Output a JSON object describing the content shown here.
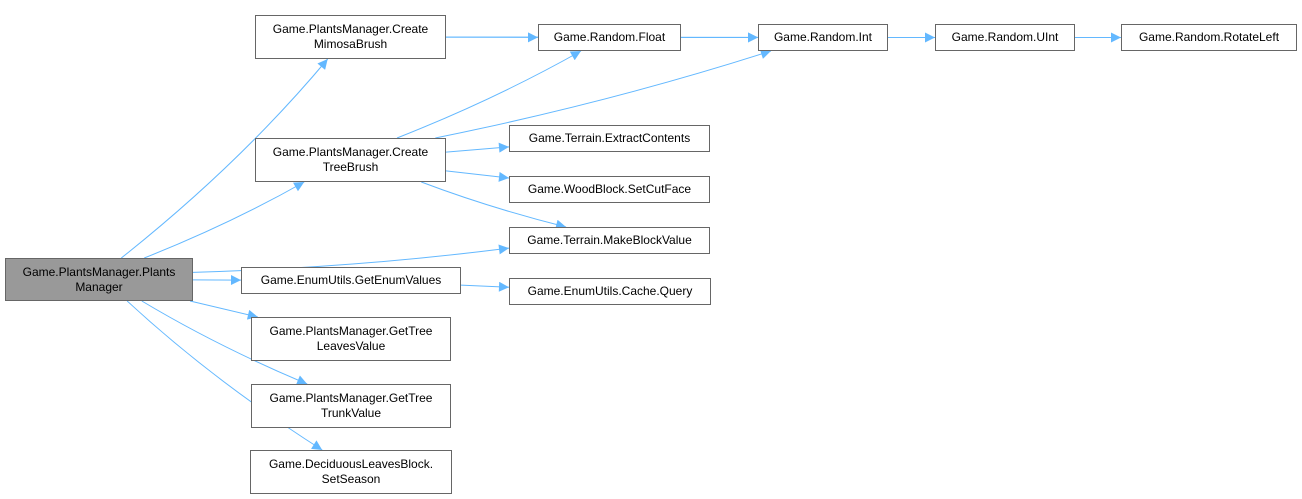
{
  "graph": {
    "edge_color": "#63b8ff",
    "root_fill": "#999999",
    "nodes": [
      {
        "id": "root",
        "lines": [
          "Game.PlantsManager.Plants",
          "Manager"
        ]
      },
      {
        "id": "mimosa",
        "lines": [
          "Game.PlantsManager.Create",
          "MimosaBrush"
        ]
      },
      {
        "id": "tree",
        "lines": [
          "Game.PlantsManager.Create",
          "TreeBrush"
        ]
      },
      {
        "id": "float",
        "lines": [
          "Game.Random.Float"
        ]
      },
      {
        "id": "int",
        "lines": [
          "Game.Random.Int"
        ]
      },
      {
        "id": "uint",
        "lines": [
          "Game.Random.UInt"
        ]
      },
      {
        "id": "rotl",
        "lines": [
          "Game.Random.RotateLeft"
        ]
      },
      {
        "id": "extract",
        "lines": [
          "Game.Terrain.ExtractContents"
        ]
      },
      {
        "id": "cutface",
        "lines": [
          "Game.WoodBlock.SetCutFace"
        ]
      },
      {
        "id": "mbv",
        "lines": [
          "Game.Terrain.MakeBlockValue"
        ]
      },
      {
        "id": "enumvals",
        "lines": [
          "Game.EnumUtils.GetEnumValues"
        ]
      },
      {
        "id": "query",
        "lines": [
          "Game.EnumUtils.Cache.Query"
        ]
      },
      {
        "id": "leaves",
        "lines": [
          "Game.PlantsManager.GetTree",
          "LeavesValue"
        ]
      },
      {
        "id": "trunk",
        "lines": [
          "Game.PlantsManager.GetTree",
          "TrunkValue"
        ]
      },
      {
        "id": "season",
        "lines": [
          "Game.DeciduousLeavesBlock.",
          "SetSeason"
        ]
      }
    ],
    "edges": [
      [
        "root",
        "mimosa"
      ],
      [
        "root",
        "tree"
      ],
      [
        "root",
        "mbv"
      ],
      [
        "root",
        "enumvals"
      ],
      [
        "root",
        "leaves"
      ],
      [
        "root",
        "trunk"
      ],
      [
        "root",
        "season"
      ],
      [
        "mimosa",
        "float"
      ],
      [
        "mimosa",
        "int"
      ],
      [
        "tree",
        "float"
      ],
      [
        "tree",
        "int"
      ],
      [
        "tree",
        "extract"
      ],
      [
        "tree",
        "cutface"
      ],
      [
        "tree",
        "mbv"
      ],
      [
        "float",
        "int"
      ],
      [
        "int",
        "uint"
      ],
      [
        "uint",
        "rotl"
      ],
      [
        "enumvals",
        "query"
      ]
    ]
  }
}
